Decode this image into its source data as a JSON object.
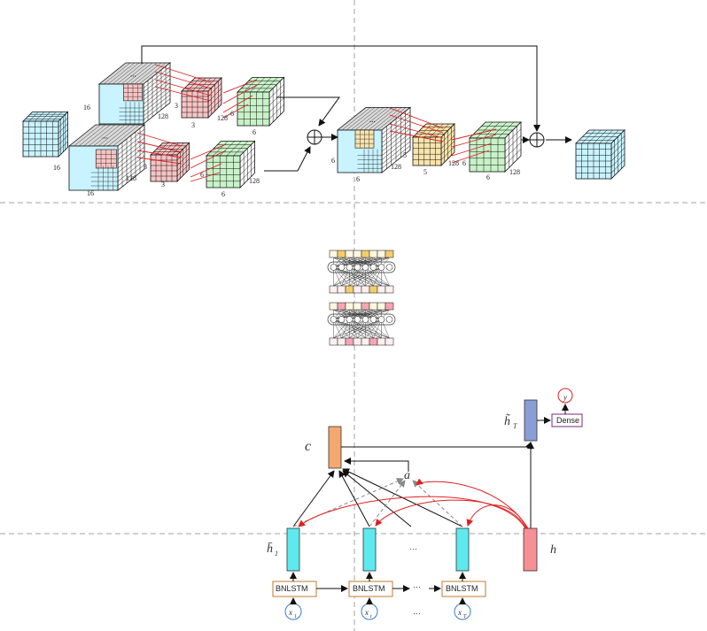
{
  "colors": {
    "cyan": "#c8f3ff",
    "cyan_dark": "#8fdcef",
    "pink": "#f7c4c4",
    "yellow": "#f9e4ac",
    "green": "#c8f2c8",
    "gray": "#d9d9d9",
    "red_line": "#e02020",
    "orange_bar": "#f4a870",
    "blue_bar": "#8a9ed6",
    "cyan_bar": "#5ee9ef",
    "red_bar": "#f78f95",
    "bnlstm_border": "#c07a30",
    "divider": "#9a9a9a"
  },
  "cnn": {
    "input_dims": [
      "16",
      "16"
    ],
    "branch_top": [
      "16",
      "16",
      "128",
      "3",
      "3",
      "128",
      "6",
      "6"
    ],
    "branch_bottom": [
      "16",
      "16",
      "128",
      "3",
      "3",
      "128",
      "6",
      "6"
    ],
    "merge": [
      "6",
      "6",
      "128",
      "5",
      "5",
      "128",
      "6",
      "6",
      "128"
    ],
    "ellipsis": "..."
  },
  "attention": {
    "context_label": "c",
    "attention_label": "a",
    "h_tilde_label": "h̃",
    "h_tilde_sub": "T",
    "h_bar_label": "h̄",
    "h_bar_sub": "1",
    "h_label": "h",
    "y_label": "y",
    "dense_label": "Dense",
    "bnlstm_label": "BNLSTM",
    "dots": "···",
    "inputs": [
      {
        "base": "x",
        "sub": "1"
      },
      {
        "base": "x",
        "sub": "t"
      },
      {
        "base": "x",
        "sub": "T"
      }
    ]
  }
}
